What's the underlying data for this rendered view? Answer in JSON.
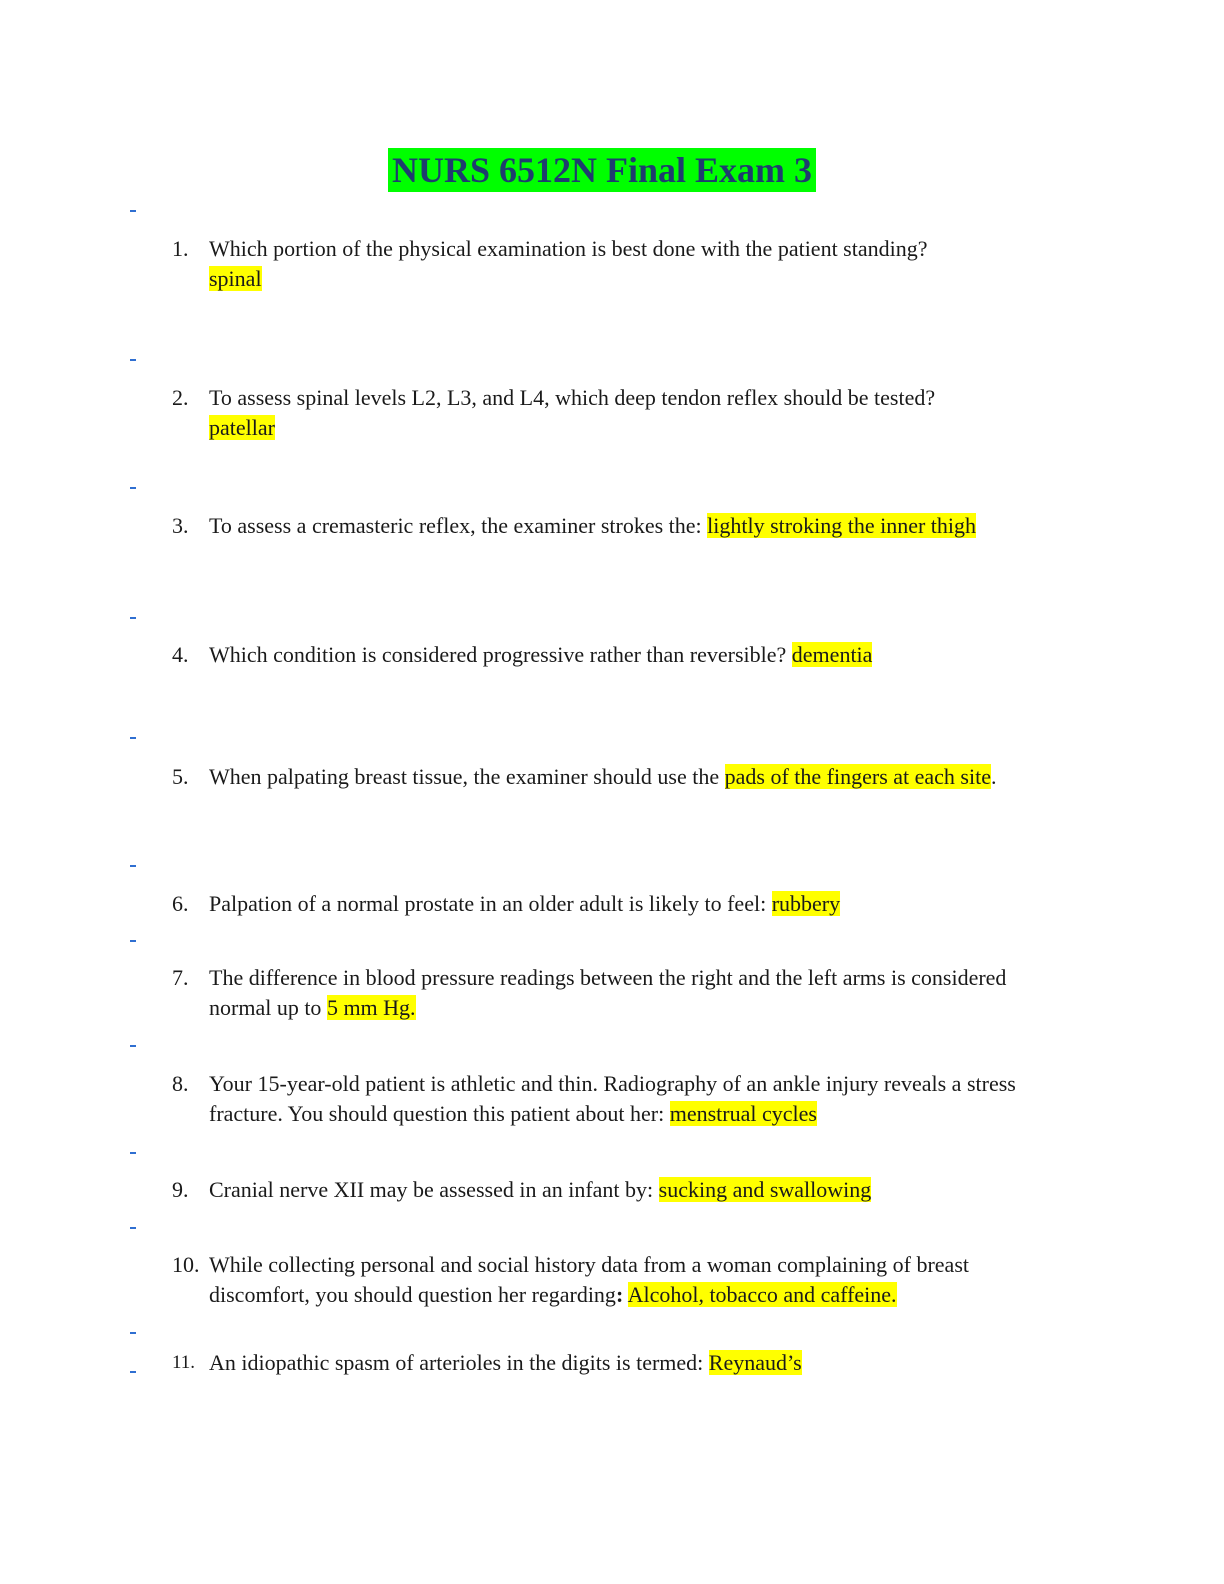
{
  "title": "NURS 6512N Final Exam 3",
  "questions": [
    {
      "num": "1.",
      "text": "Which portion of the physical examination is best done with the patient standing? ",
      "answer": "spinal",
      "after": ""
    },
    {
      "num": "2.",
      "text": "To assess spinal levels L2, L3, and L4, which deep tendon reflex should be tested? ",
      "answer": "patellar",
      "after": ""
    },
    {
      "num": "3.",
      "text": "To assess a cremasteric reflex, the examiner strokes the: ",
      "answer": "lightly stroking the inner thigh",
      "after": ""
    },
    {
      "num": "4.",
      "text": "Which condition is considered progressive rather than reversible? ",
      "answer": "dementia",
      "after": ""
    },
    {
      "num": "5.",
      "text": "When palpating breast tissue, the examiner should use the ",
      "answer": "pads of the fingers at each site",
      "after": "."
    },
    {
      "num": "6.",
      "text": "Palpation of a normal prostate in an older adult is likely to feel: ",
      "answer": "rubbery",
      "after": ""
    },
    {
      "num": "7.",
      "text": "The difference in blood pressure readings between the right and the left arms is considered normal up to ",
      "answer": "5 mm Hg.",
      "after": ""
    },
    {
      "num": "8.",
      "text": "Your 15-year-old patient is athletic and thin. Radiography of an ankle injury reveals a stress fracture. You should question this patient about her: ",
      "answer": "menstrual cycles",
      "after": ""
    },
    {
      "num": "9.",
      "text": "Cranial nerve XII may be assessed in an infant by: ",
      "answer": "sucking and swallowing",
      "after": ""
    },
    {
      "num": "10.",
      "text": "While collecting personal and social history data from a woman complaining of breast discomfort, you should question her regarding",
      "colon": ":",
      "answer": "Alcohol, tobacco and caffeine.",
      "after": ""
    },
    {
      "num": "11.",
      "text": "An idiopathic spasm of arterioles in the digits is termed: ",
      "answer": "Reynaud’s",
      "after": ""
    }
  ]
}
